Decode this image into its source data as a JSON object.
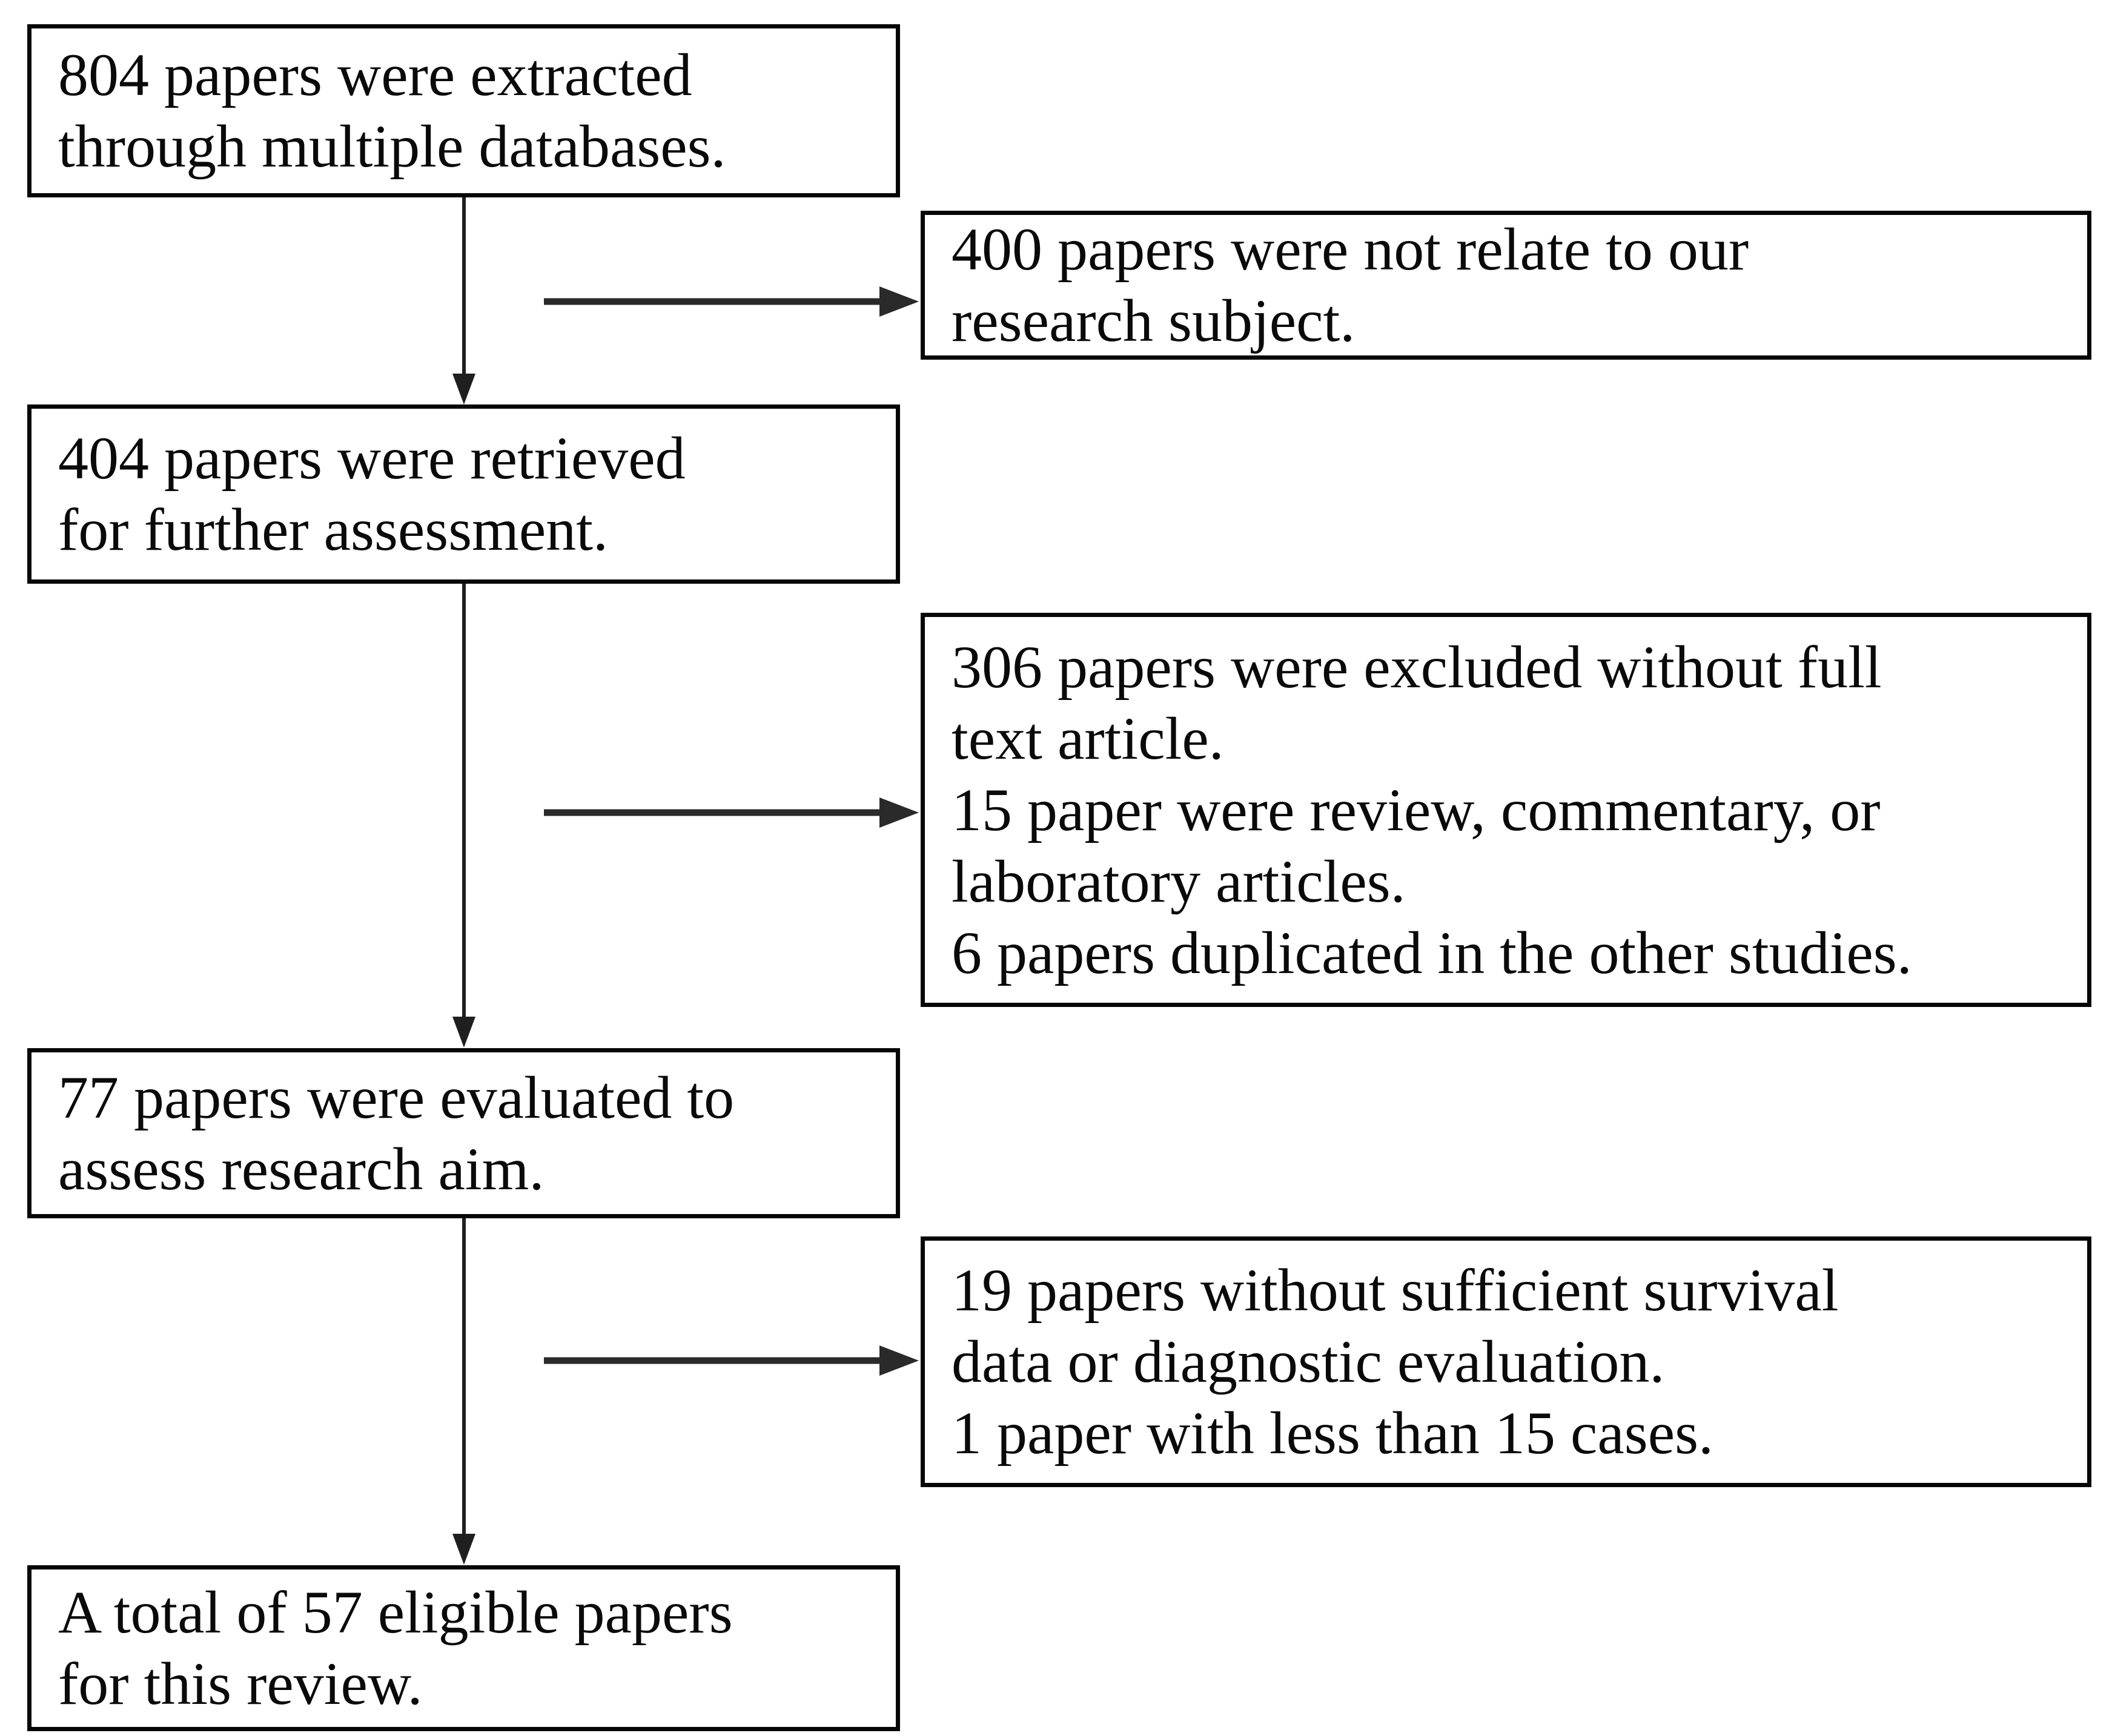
{
  "flowchart": {
    "background_color": "#ffffff",
    "box_border_color": "#060606",
    "arrow_color": "#1f1f1f",
    "boxes": [
      {
        "id": "extracted",
        "text": "804 papers were extracted\nthrough multiple databases."
      },
      {
        "id": "not-related",
        "text": "400 papers were not relate to our\nresearch subject."
      },
      {
        "id": "retrieved",
        "text": "404 papers were retrieved\nfor further assessment."
      },
      {
        "id": "excluded",
        "text": "306 papers were excluded without full\ntext article.\n15 paper were review, commentary, or\nlaboratory articles.\n6 papers duplicated in the other studies."
      },
      {
        "id": "evaluated",
        "text": "77 papers were evaluated to\nassess research aim."
      },
      {
        "id": "insufficient",
        "text": "19 papers without sufficient survival\ndata or diagnostic evaluation.\n1 paper with less than 15 cases."
      },
      {
        "id": "eligible",
        "text": "A total of 57 eligible papers\nfor this review."
      }
    ]
  }
}
